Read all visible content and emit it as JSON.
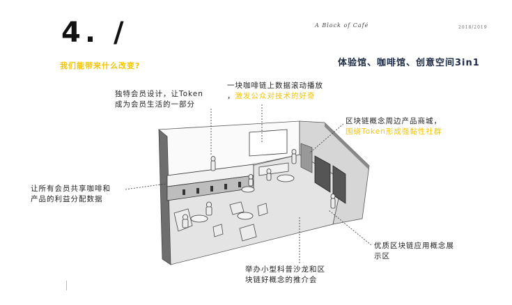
{
  "header": {
    "slide_number": "4. /",
    "brand": "A Block of Café",
    "year": "2018/2019"
  },
  "section": {
    "question_title": "我们能带来什么改变?",
    "right_title": "体验馆、咖啡馆、创意空间3in1"
  },
  "annotations": {
    "membership": {
      "line1": "独特会员设计，让Token",
      "line2": "成为会员生活的一部分"
    },
    "screen": {
      "line1": "一块咖啡链上数据滚动播放",
      "line2_prefix": "，",
      "line2_highlight": "激发公众对技术的好奇"
    },
    "shop": {
      "line1": "区块链概念周边产品商城，",
      "line2_highlight": "围绕Token形成强黏性社群"
    },
    "sharing": {
      "line1": "让所有会员共享咖啡和",
      "line2": "产品的利益分配数据"
    },
    "showcase": {
      "line1": "优质区块链应用概念展",
      "line2": "示区"
    },
    "salon": {
      "line1": "举办小型科普沙龙和区",
      "line2": "块链好概念的推介会"
    }
  },
  "colors": {
    "highlight": "#f5c300",
    "title_dark": "#1c2a44"
  }
}
